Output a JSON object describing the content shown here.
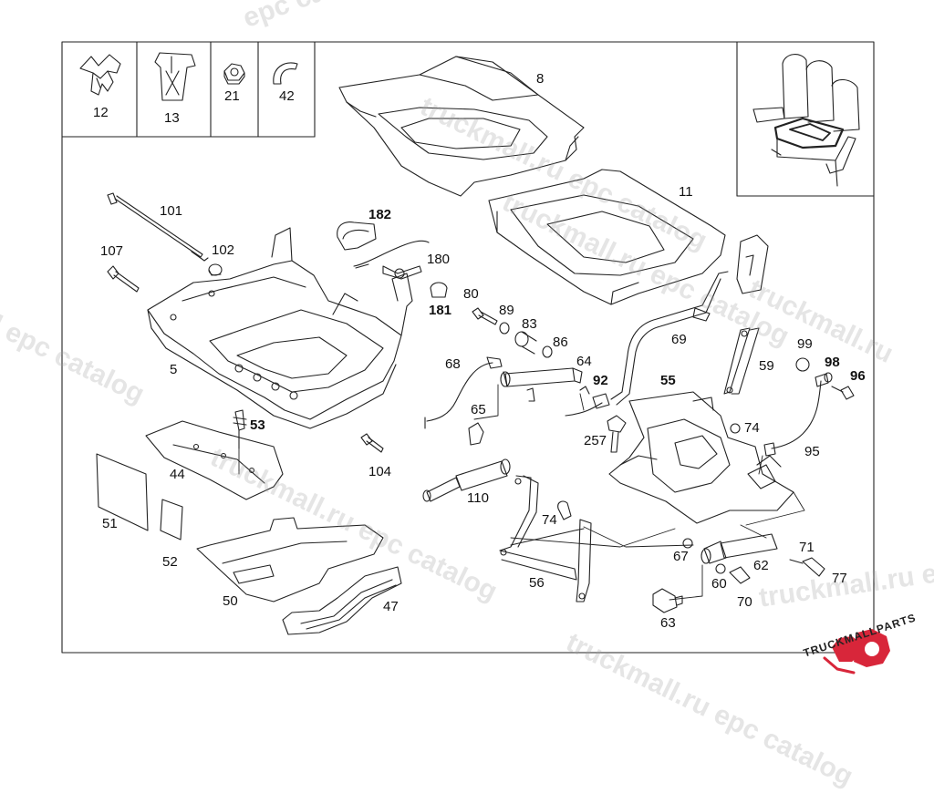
{
  "watermark": {
    "texts": [
      "epc catalog",
      "truckmall.ru epc catalog",
      "truckmall.ru epc catalog",
      "truckmall.ru",
      "l epc catalog",
      "truckmall.ru epc catalog",
      "truckmall.ru epc catalog",
      "truckmall.ru e"
    ]
  },
  "inset_parts": [
    {
      "number": "12"
    },
    {
      "number": "13"
    },
    {
      "number": "21"
    },
    {
      "number": "42"
    }
  ],
  "part_numbers": {
    "p8": "8",
    "p11": "11",
    "p101": "101",
    "p107": "107",
    "p102": "102",
    "p182": "182",
    "p180": "180",
    "p181": "181",
    "p5": "5",
    "p80": "80",
    "p89": "89",
    "p83": "83",
    "p86": "86",
    "p64": "64",
    "p68": "68",
    "p92": "92",
    "p65": "65",
    "p69": "69",
    "p59": "59",
    "p99": "99",
    "p98": "98",
    "p96": "96",
    "p55": "55",
    "p74a": "74",
    "p257": "257",
    "p95": "95",
    "p53": "53",
    "p44": "44",
    "p104": "104",
    "p110": "110",
    "p51": "51",
    "p52": "52",
    "p74b": "74",
    "p56": "56",
    "p67": "67",
    "p71": "71",
    "p62": "62",
    "p60": "60",
    "p77": "77",
    "p70": "70",
    "p63": "63",
    "p50": "50",
    "p47": "47"
  },
  "logo": {
    "text": "TRUCKMALLPARTS"
  },
  "colors": {
    "line": "#222222",
    "watermark": "#a0a0a0",
    "logo_red": "#d8263a"
  }
}
